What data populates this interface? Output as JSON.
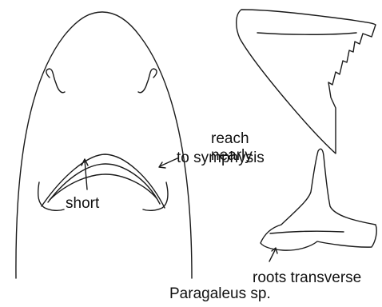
{
  "labels": {
    "reach_line1": "reach",
    "reach_line2": "nearly",
    "reach_line3": "to symphysis",
    "short": "short",
    "roots": "roots transverse",
    "caption": "Paragaleus sp."
  },
  "colors": {
    "ink": "#1a1a1a",
    "background": "#ffffff"
  }
}
